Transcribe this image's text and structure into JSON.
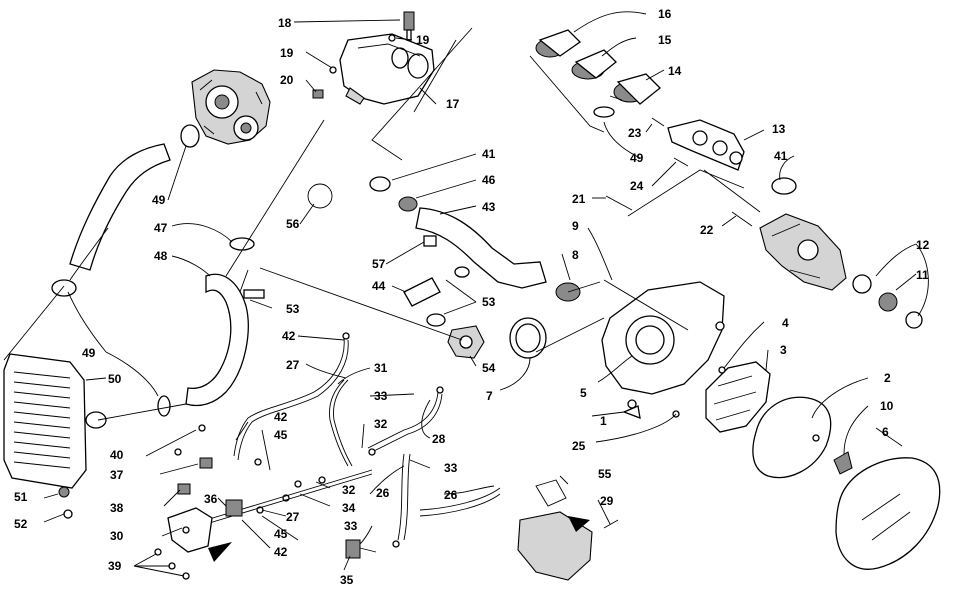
{
  "callouts": [
    {
      "id": "c1",
      "text": "1"
    },
    {
      "id": "c2",
      "text": "2"
    },
    {
      "id": "c3",
      "text": "3"
    },
    {
      "id": "c4",
      "text": "4"
    },
    {
      "id": "c5",
      "text": "5"
    },
    {
      "id": "c6",
      "text": "6"
    },
    {
      "id": "c7",
      "text": "7"
    },
    {
      "id": "c8",
      "text": "8"
    },
    {
      "id": "c9",
      "text": "9"
    },
    {
      "id": "c10",
      "text": "10"
    },
    {
      "id": "c11",
      "text": "11"
    },
    {
      "id": "c12",
      "text": "12"
    },
    {
      "id": "c13",
      "text": "13"
    },
    {
      "id": "c14",
      "text": "14"
    },
    {
      "id": "c15",
      "text": "15"
    },
    {
      "id": "c16",
      "text": "16"
    },
    {
      "id": "c17",
      "text": "17"
    },
    {
      "id": "c18",
      "text": "18"
    },
    {
      "id": "c19a",
      "text": "19"
    },
    {
      "id": "c19b",
      "text": "19"
    },
    {
      "id": "c20",
      "text": "20"
    },
    {
      "id": "c21",
      "text": "21"
    },
    {
      "id": "c22",
      "text": "22"
    },
    {
      "id": "c23",
      "text": "23"
    },
    {
      "id": "c24",
      "text": "24"
    },
    {
      "id": "c25",
      "text": "25"
    },
    {
      "id": "c26a",
      "text": "26"
    },
    {
      "id": "c26b",
      "text": "26"
    },
    {
      "id": "c27a",
      "text": "27"
    },
    {
      "id": "c27b",
      "text": "27"
    },
    {
      "id": "c28",
      "text": "28"
    },
    {
      "id": "c29",
      "text": "29"
    },
    {
      "id": "c30",
      "text": "30"
    },
    {
      "id": "c31",
      "text": "31"
    },
    {
      "id": "c32a",
      "text": "32"
    },
    {
      "id": "c32b",
      "text": "32"
    },
    {
      "id": "c33a",
      "text": "33"
    },
    {
      "id": "c33b",
      "text": "33"
    },
    {
      "id": "c33c",
      "text": "33"
    },
    {
      "id": "c34",
      "text": "34"
    },
    {
      "id": "c35",
      "text": "35"
    },
    {
      "id": "c36",
      "text": "36"
    },
    {
      "id": "c37",
      "text": "37"
    },
    {
      "id": "c38",
      "text": "38"
    },
    {
      "id": "c39",
      "text": "39"
    },
    {
      "id": "c40",
      "text": "40"
    },
    {
      "id": "c41a",
      "text": "41"
    },
    {
      "id": "c41b",
      "text": "41"
    },
    {
      "id": "c42a",
      "text": "42"
    },
    {
      "id": "c42b",
      "text": "42"
    },
    {
      "id": "c42c",
      "text": "42"
    },
    {
      "id": "c43",
      "text": "43"
    },
    {
      "id": "c44",
      "text": "44"
    },
    {
      "id": "c45a",
      "text": "45"
    },
    {
      "id": "c45b",
      "text": "45"
    },
    {
      "id": "c46",
      "text": "46"
    },
    {
      "id": "c47",
      "text": "47"
    },
    {
      "id": "c48",
      "text": "48"
    },
    {
      "id": "c49a",
      "text": "49"
    },
    {
      "id": "c49b",
      "text": "49"
    },
    {
      "id": "c49c",
      "text": "49"
    },
    {
      "id": "c50",
      "text": "50"
    },
    {
      "id": "c51",
      "text": "51"
    },
    {
      "id": "c52",
      "text": "52"
    },
    {
      "id": "c53a",
      "text": "53"
    },
    {
      "id": "c53b",
      "text": "53"
    },
    {
      "id": "c54",
      "text": "54"
    },
    {
      "id": "c55",
      "text": "55"
    },
    {
      "id": "c56",
      "text": "56"
    },
    {
      "id": "c57",
      "text": "57"
    }
  ]
}
